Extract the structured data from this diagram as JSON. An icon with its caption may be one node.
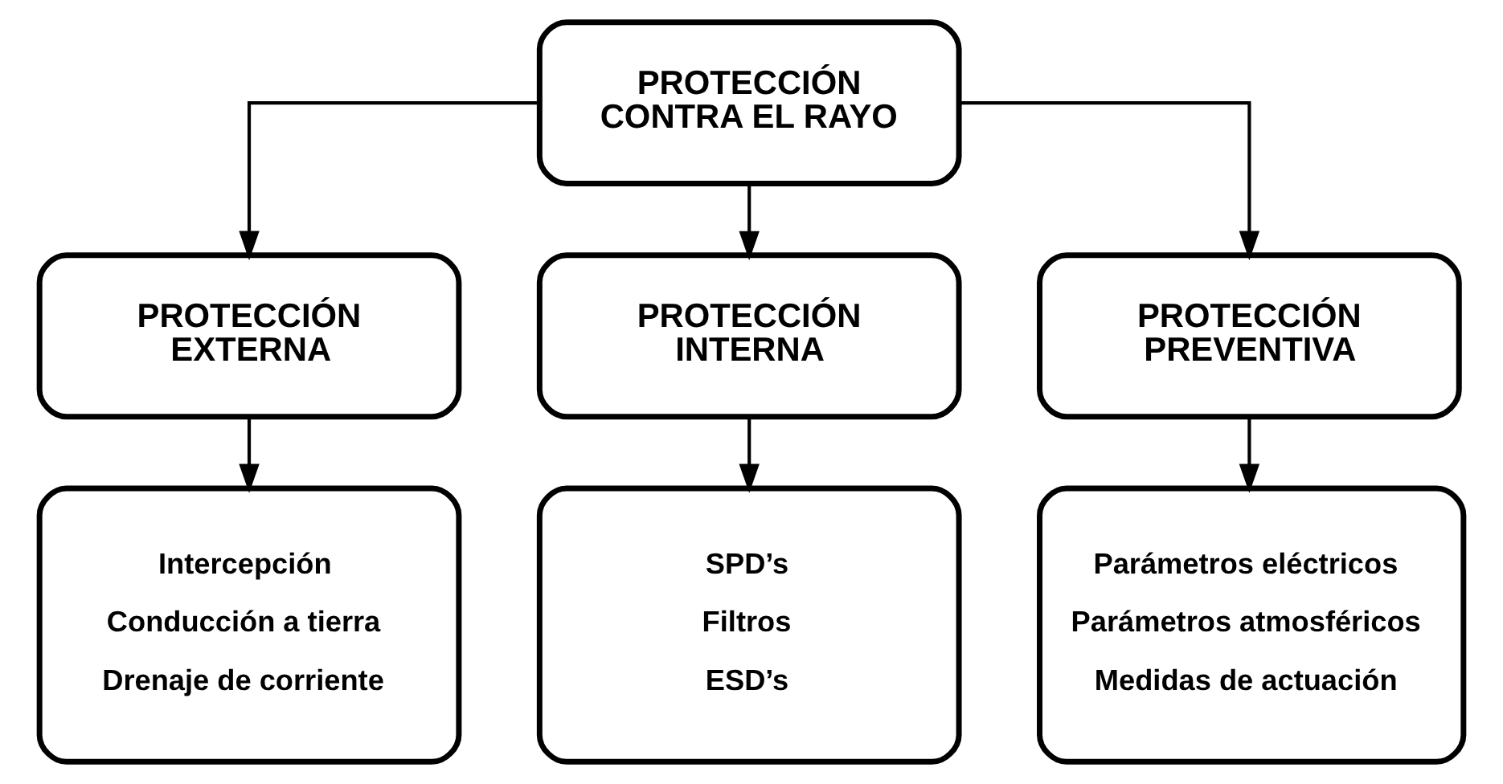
{
  "diagram": {
    "nodes": [
      {
        "text": [
          "PROTECCIÓN CONTRA EL RAYO"
        ]
      },
      {
        "text": [
          "PROTECCIÓN EXTERNA"
        ]
      },
      {
        "text": [
          "PROTECCIÓN INTERNA"
        ]
      },
      {
        "text": [
          "PROTECCIÓN PREVENTIVA"
        ]
      },
      {
        "text": [
          "Intercepción",
          "Conducción a tierra",
          "Drenaje de corriente"
        ]
      },
      {
        "text": [
          "SPD’s",
          "Filtros",
          "ESD’s"
        ]
      },
      {
        "text": [
          "Parámetros eléctricos",
          "Parámetros atmosféricos",
          "Medidas de actuación"
        ]
      }
    ],
    "edges": [
      {
        "from": 0,
        "to": 1,
        "arrow": "to"
      },
      {
        "from": 0,
        "to": 2,
        "arrow": "to"
      },
      {
        "from": 0,
        "to": 3,
        "arrow": "to"
      },
      {
        "from": 1,
        "to": 4,
        "arrow": "to"
      },
      {
        "from": 2,
        "to": 5,
        "arrow": "to"
      },
      {
        "from": 3,
        "to": 6,
        "arrow": "to"
      }
    ]
  }
}
